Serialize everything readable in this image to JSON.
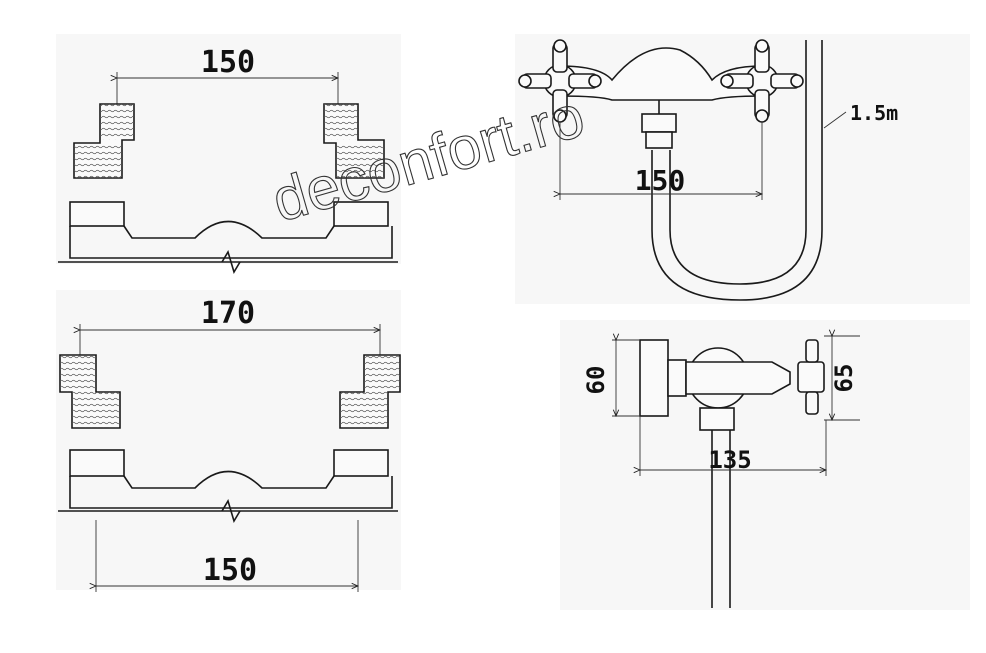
{
  "watermark": "deconfort.ro",
  "views": {
    "top_left": {
      "dimension": "150"
    },
    "middle_left": {
      "dimension": "170"
    },
    "bottom_left": {
      "dimension": "150"
    },
    "top_right": {
      "dimension": "150",
      "hose_length": "1.5m"
    },
    "bottom_right": {
      "dim_height_left": "60",
      "dim_height_right": "65",
      "dim_width": "135"
    }
  }
}
